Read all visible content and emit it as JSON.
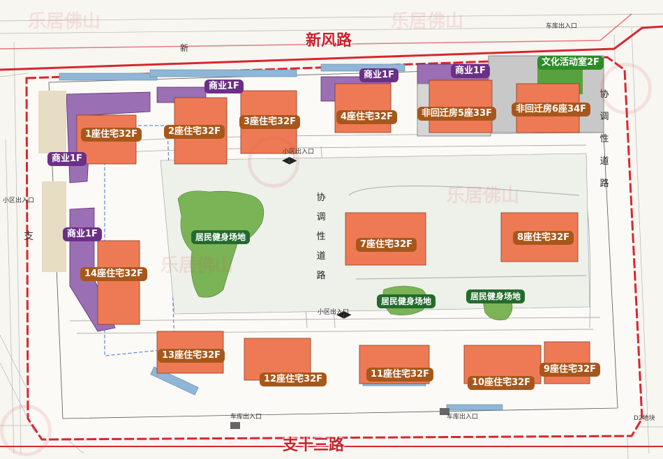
{
  "roads": {
    "north": "新风路",
    "south": "支十三路",
    "west_partial": "支",
    "east_vertical": [
      "协",
      "调",
      "性",
      "道",
      "路"
    ],
    "center_vertical": [
      "协",
      "调",
      "性",
      "道",
      "路"
    ],
    "north_left_small": "新"
  },
  "buildings": [
    {
      "label": "1座住宅32F"
    },
    {
      "label": "2座住宅32F"
    },
    {
      "label": "3座住宅32F"
    },
    {
      "label": "4座住宅32F"
    },
    {
      "label": "非回迁房5座33F"
    },
    {
      "label": "非回迁房6座34F"
    },
    {
      "label": "7座住宅32F"
    },
    {
      "label": "8座住宅32F"
    },
    {
      "label": "9座住宅32F"
    },
    {
      "label": "10座住宅32F"
    },
    {
      "label": "11座住宅32F"
    },
    {
      "label": "12座住宅32F"
    },
    {
      "label": "13座住宅32F"
    },
    {
      "label": "14座住宅32F"
    }
  ],
  "commercial": [
    {
      "label": "商业1F"
    },
    {
      "label": "商业1F"
    },
    {
      "label": "商业1F"
    },
    {
      "label": "商业1F"
    },
    {
      "label": "商业1F"
    }
  ],
  "culture": {
    "label": "文化活动室2F"
  },
  "fitness": [
    {
      "label": "居民健身场地"
    },
    {
      "label": "居民健身场地"
    },
    {
      "label": "居民健身场地"
    }
  ],
  "small_labels": {
    "entrance_w": "小区出入口",
    "entrance_n": "小区出入口",
    "entrance_s": "小区出入口",
    "garage_ne": "车库出入口",
    "garage_s1": "车库出入口",
    "garage_s2": "车库出入口",
    "plot": "D2地块"
  },
  "colors": {
    "residential": "#a8571a",
    "commercial": "#6c2f86",
    "culture": "#2e8b2a",
    "fitness_label": "#236b2c",
    "boundary": "#d8262f",
    "green_area": "#7bb357",
    "building_fill": "#ee7a55",
    "commercial_fill": "#9a6fb4"
  }
}
